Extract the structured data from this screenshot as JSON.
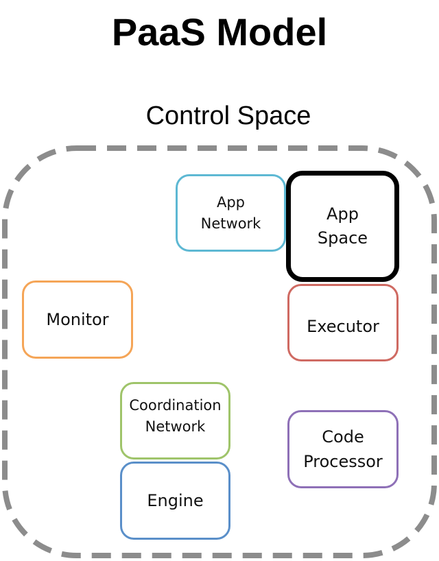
{
  "title": "PaaS Model",
  "container": {
    "label": "Control Space",
    "stroke_color": "#8c8c8c",
    "style": "dashed"
  },
  "components": {
    "app_network": {
      "label": "App\nNetwork",
      "color": "#5db8d3"
    },
    "app_space": {
      "label": "App\nSpace",
      "color": "#000000"
    },
    "executor": {
      "label": "Executor",
      "color": "#cf6a62"
    },
    "monitor": {
      "label": "Monitor",
      "color": "#f5a557"
    },
    "coordination_network": {
      "label": "Coordination\nNetwork",
      "color": "#9fc46a"
    },
    "engine": {
      "label": "Engine",
      "color": "#5a8fc9"
    },
    "code_processor": {
      "label": "Code\nProcessor",
      "color": "#8e70b7"
    }
  }
}
